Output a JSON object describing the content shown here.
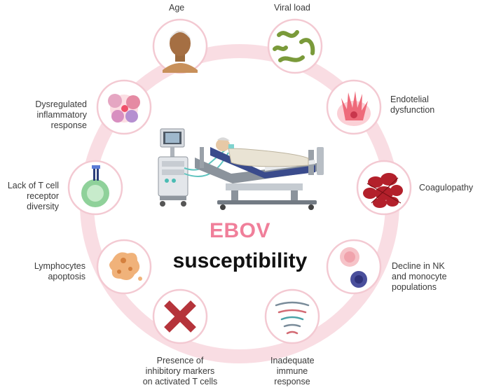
{
  "title": {
    "line1": "EBOV",
    "line2": "susceptibility"
  },
  "factors": {
    "age": {
      "lines": [
        "Age"
      ],
      "icon": "elderly-person-icon"
    },
    "viral_load": {
      "lines": [
        "Viral load"
      ],
      "icon": "virus-filaments-icon"
    },
    "endothelial": {
      "lines": [
        "Endotelial",
        "dysfunction"
      ],
      "icon": "endothelial-cell-icon"
    },
    "coagulopathy": {
      "lines": [
        "Coagulopathy"
      ],
      "icon": "blood-clot-icon"
    },
    "nk_monocyte": {
      "lines": [
        "Decline in NK",
        "and monocyte",
        "populations"
      ],
      "icon": "nk-monocyte-cells-icon"
    },
    "inadequate_immune": {
      "lines": [
        "Inadequate",
        "immune",
        "response"
      ],
      "icon": "immune-tornado-icon"
    },
    "inhibitory_markers": {
      "lines": [
        "Presence of",
        "inhibitory markers",
        "on activated T cells"
      ],
      "icon": "red-cross-icon"
    },
    "lymphocytes": {
      "lines": [
        "Lymphocytes",
        "apoptosis"
      ],
      "icon": "apoptotic-cell-icon"
    },
    "tcell_diversity": {
      "lines": [
        "Lack of T cell",
        "receptor",
        "diversity"
      ],
      "icon": "t-cell-receptor-icon"
    },
    "inflammatory": {
      "lines": [
        "Dysregulated",
        "inflammatory",
        "response"
      ],
      "icon": "inflammatory-cells-icon"
    }
  },
  "colors": {
    "ring": "#f9dde3",
    "circle_border": "#f3c9d2",
    "ebov": "#f07f9a",
    "text": "#3a3a3a"
  }
}
